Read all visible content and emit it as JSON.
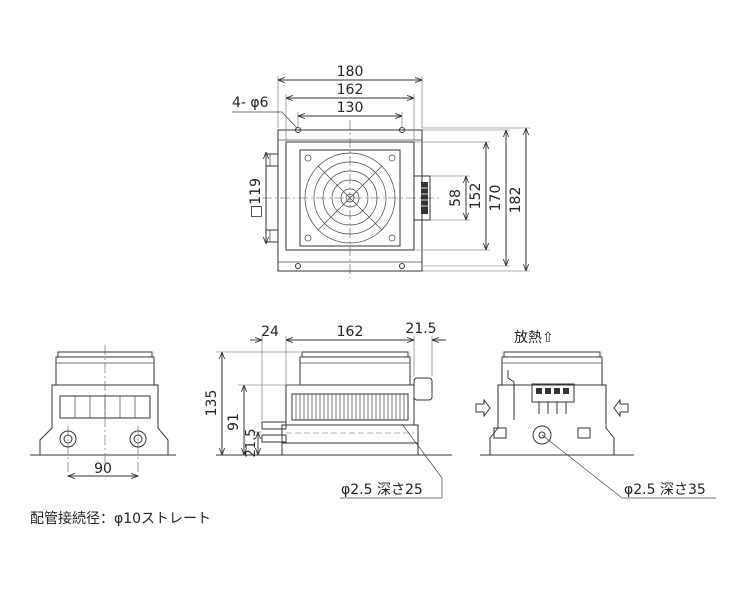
{
  "top_view": {
    "dim_width_outer": "180",
    "dim_width_mid": "162",
    "dim_width_inner": "130",
    "holes_label": "4- φ6",
    "fan_size_label": "□119",
    "dim_height_58": "58",
    "dim_height_152": "152",
    "dim_height_170": "170",
    "dim_height_182": "182"
  },
  "left_view": {
    "dim_width": "90"
  },
  "front_view": {
    "dim_24": "24",
    "dim_162": "162",
    "dim_21_5_top": "21.5",
    "dim_135": "135",
    "dim_91": "91",
    "dim_21_5_side": "21.5",
    "hole_note": "φ2.5 深さ25"
  },
  "right_view": {
    "heat_label": "放熱⇧",
    "hole_note": "φ2.5 深さ35"
  },
  "footer_note": "配管接続径：φ10ストレート"
}
